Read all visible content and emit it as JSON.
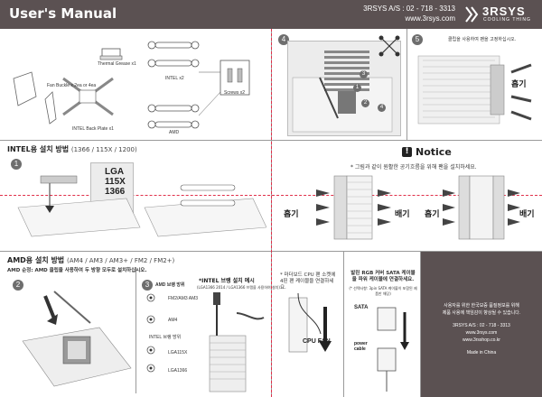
{
  "header": {
    "title": "User's Manual",
    "phone": "3RSYS A/S : 02 - 718 - 3313",
    "website": "www.3rsys.com",
    "logo_main": "3RSYS",
    "logo_sub": "COOLING THING"
  },
  "parts": {
    "thermal_grease": "Thermal Grease x1",
    "fan_buckle": "Fan Buckle x 2ea or 4ea",
    "intel_back_plate": "INTEL Back Plate x1",
    "intel_x2": "INTEL x2",
    "amd": "AMD",
    "screws": "Screws x2"
  },
  "steps": {
    "s1": "1",
    "s2": "2",
    "s3": "3",
    "s4": "4",
    "s5": "5",
    "s4_markers": [
      "1",
      "2",
      "3",
      "4"
    ],
    "s5_note": "클립을 사용하여 팬을 고정하십시오.",
    "s5_exhaust": "흡기"
  },
  "intel_section": {
    "title": "INTEL용 설치 방법",
    "sub": "(1366 / 115X / 1200)",
    "socket_label": "LGA\n115X\n1366"
  },
  "amd_section": {
    "title": "AMD용 설치 방법",
    "sub": "(AM4 / AM3 / AM3+ / FM2 / FM2+)",
    "note": "AMD 순정: AMD 클립을 사용하여 두 방향 모두로 설치하십시오."
  },
  "bracket": {
    "header": "AMD 브랭 방위",
    "items": [
      "FM2/AM3 AM3",
      "AM4",
      "INTEL 브랭 방위",
      "LGA115X",
      "LGA1366"
    ]
  },
  "intel_bracket_note": {
    "title": "*INTEL 브랭 설치 예시",
    "desc": "(LGA1366 2014 / LGA1366 브랭을 사용하여 설치)"
  },
  "notice": {
    "title": "Notice",
    "text": "* 그림과 같이 원활한 공기흐름을 위해 팬을 설치하세요.",
    "intake": "흡기",
    "exhaust": "배기"
  },
  "cpu_fan": {
    "note": "* 마더보드 CPU 팬 소켓에 4핀 팬 케이블을 연결하세요.",
    "label": "CPU FAN"
  },
  "sata": {
    "note": "발린 RGB 커버 SATA 케이블을 파워 케이블에 연결하세요.",
    "note2": "(* 선택사항: 3pin SATA 케이블이 포함된 제품만 해당)",
    "sata_label": "SATA",
    "power_label": "power cable"
  },
  "footer_panel": {
    "line1": "사용자를 위한 한국보증 품질정보를 위해",
    "line2": "제품 사용에 책임감이 향상될 수 있습니다.",
    "phone": "3RSYS A/S : 02 - 718 - 3313",
    "web1": "www.3rsys.com",
    "web2": "www.3rsshop.co.kr",
    "made": "Made in China"
  }
}
